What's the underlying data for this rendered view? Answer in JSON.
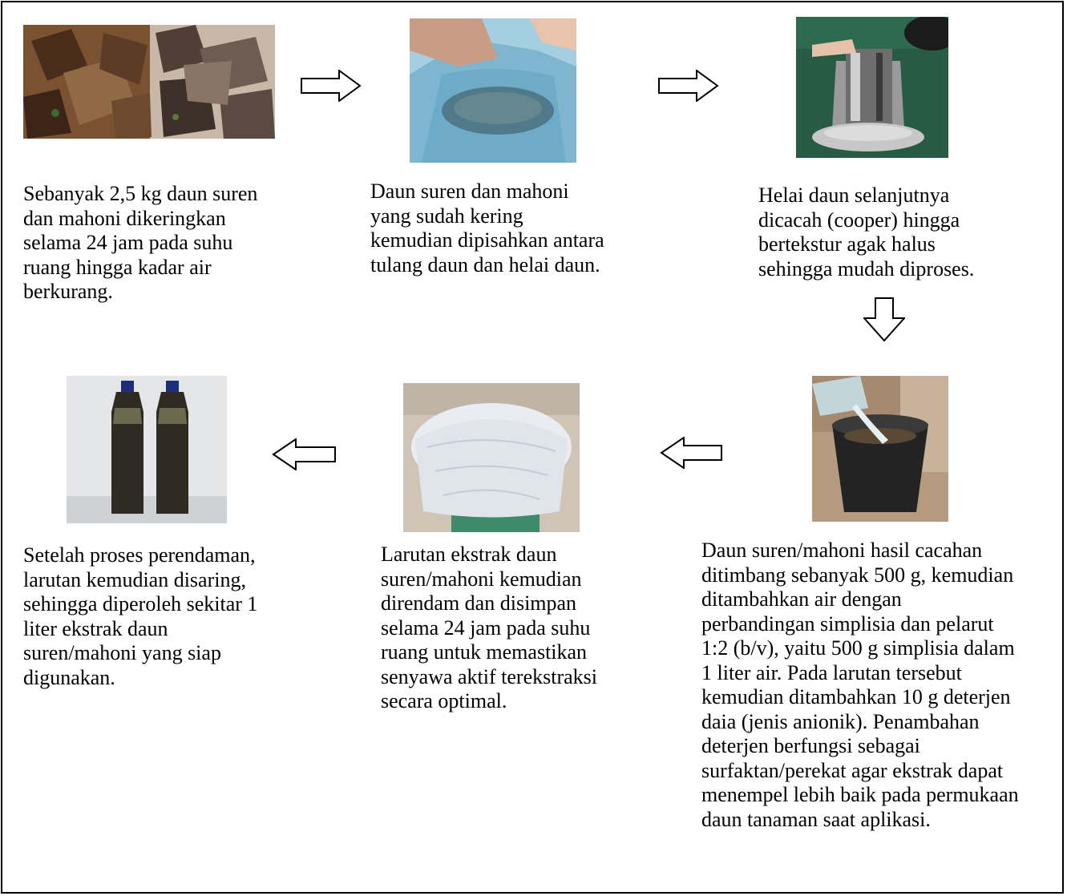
{
  "steps": [
    {
      "caption": "Sebanyak 2,5 kg daun suren\ndan mahoni dikeringkan\nselama 24 jam pada suhu\nruang hingga kadar air\nberkurang."
    },
    {
      "caption": "Daun suren dan mahoni\nyang sudah kering\nkemudian dipisahkan antara\ntulang daun dan helai daun."
    },
    {
      "caption": "Helai daun selanjutnya\ndicacah (cooper) hingga\nbertekstur agak halus\nsehingga mudah diproses."
    },
    {
      "caption": "Daun suren/mahoni hasil cacahan\nditimbang sebanyak 500 g, kemudian\nditambahkan air dengan\nperbandingan simplisia dan pelarut\n1:2 (b/v), yaitu 500 g simplisia dalam\n1 liter air. Pada larutan tersebut\nkemudian ditambahkan 10 g deterjen\ndaia (jenis anionik). Penambahan\ndeterjen berfungsi sebagai\nsurfaktan/perekat agar ekstrak dapat\nmenempel lebih baik pada permukaan\ndaun tanaman saat aplikasi."
    },
    {
      "caption": "Larutan ekstrak daun\nsuren/mahoni kemudian\ndirendam dan disimpan\nselama 24 jam pada suhu\nruang untuk memastikan\nsenyawa aktif terekstraksi\nsecara optimal."
    },
    {
      "caption": "Setelah proses perendaman,\nlarutan kemudian disaring,\nsehingga diperoleh sekitar 1\nliter ekstrak daun\nsuren/mahoni yang siap\ndigunakan."
    }
  ],
  "colors": {
    "border": "#000000",
    "arrow_stroke": "#000000",
    "arrow_fill": "#ffffff"
  },
  "icons": [
    "arrow-right-icon",
    "arrow-down-icon",
    "arrow-left-icon"
  ]
}
